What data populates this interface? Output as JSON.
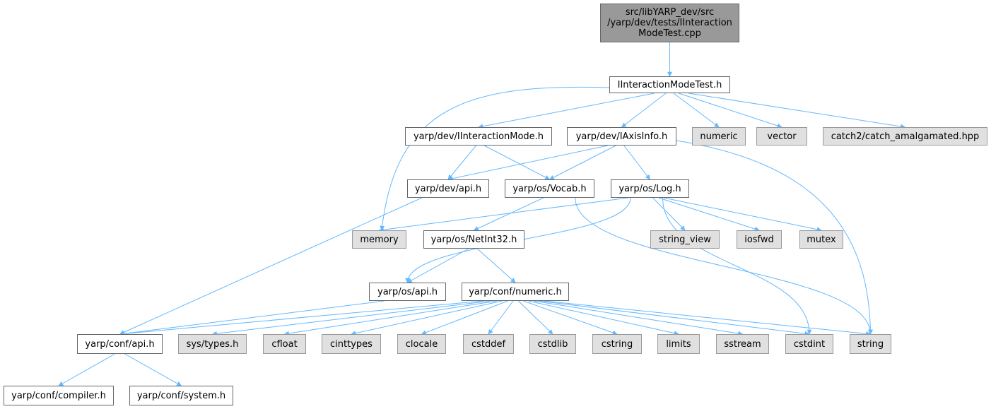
{
  "colors": {
    "edge": "#63b8ff",
    "root_fill": "#999999",
    "system_fill": "#e0e0e0",
    "normal_fill": "#ffffff"
  },
  "nodes": {
    "root": {
      "label_lines": [
        "src/libYARP_dev/src",
        "/yarp/dev/tests/IInteraction",
        "ModeTest.cpp"
      ],
      "kind": "root"
    },
    "iinteractionmodetest_h": {
      "label": "IInteractionModeTest.h",
      "kind": "normal"
    },
    "iinteractionmode_h": {
      "label": "yarp/dev/IInteractionMode.h",
      "kind": "normal"
    },
    "iaxisinfo_h": {
      "label": "yarp/dev/IAxisInfo.h",
      "kind": "normal"
    },
    "numeric": {
      "label": "numeric",
      "kind": "system"
    },
    "vector": {
      "label": "vector",
      "kind": "system"
    },
    "catch2": {
      "label": "catch2/catch_amalgamated.hpp",
      "kind": "system"
    },
    "dev_api_h": {
      "label": "yarp/dev/api.h",
      "kind": "normal"
    },
    "vocab_h": {
      "label": "yarp/os/Vocab.h",
      "kind": "normal"
    },
    "log_h": {
      "label": "yarp/os/Log.h",
      "kind": "normal"
    },
    "memory": {
      "label": "memory",
      "kind": "system"
    },
    "netint32_h": {
      "label": "yarp/os/NetInt32.h",
      "kind": "normal"
    },
    "string_view": {
      "label": "string_view",
      "kind": "system"
    },
    "iosfwd": {
      "label": "iosfwd",
      "kind": "system"
    },
    "mutex": {
      "label": "mutex",
      "kind": "system"
    },
    "os_api_h": {
      "label": "yarp/os/api.h",
      "kind": "normal"
    },
    "conf_numeric_h": {
      "label": "yarp/conf/numeric.h",
      "kind": "normal"
    },
    "conf_api_h": {
      "label": "yarp/conf/api.h",
      "kind": "normal"
    },
    "sys_types_h": {
      "label": "sys/types.h",
      "kind": "system"
    },
    "cfloat": {
      "label": "cfloat",
      "kind": "system"
    },
    "cinttypes": {
      "label": "cinttypes",
      "kind": "system"
    },
    "clocale": {
      "label": "clocale",
      "kind": "system"
    },
    "cstddef": {
      "label": "cstddef",
      "kind": "system"
    },
    "cstdlib": {
      "label": "cstdlib",
      "kind": "system"
    },
    "cstring": {
      "label": "cstring",
      "kind": "system"
    },
    "limits": {
      "label": "limits",
      "kind": "system"
    },
    "sstream": {
      "label": "sstream",
      "kind": "system"
    },
    "cstdint": {
      "label": "cstdint",
      "kind": "system"
    },
    "string": {
      "label": "string",
      "kind": "system"
    },
    "compiler_h": {
      "label": "yarp/conf/compiler.h",
      "kind": "normal"
    },
    "system_h": {
      "label": "yarp/conf/system.h",
      "kind": "normal"
    }
  },
  "edges": [
    [
      "root",
      "iinteractionmodetest_h"
    ],
    [
      "iinteractionmodetest_h",
      "iinteractionmode_h"
    ],
    [
      "iinteractionmodetest_h",
      "iaxisinfo_h"
    ],
    [
      "iinteractionmodetest_h",
      "numeric"
    ],
    [
      "iinteractionmodetest_h",
      "vector"
    ],
    [
      "iinteractionmodetest_h",
      "catch2"
    ],
    [
      "iinteractionmodetest_h",
      "memory"
    ],
    [
      "iinteractionmode_h",
      "dev_api_h"
    ],
    [
      "iinteractionmode_h",
      "vocab_h"
    ],
    [
      "iaxisinfo_h",
      "dev_api_h"
    ],
    [
      "iaxisinfo_h",
      "vocab_h"
    ],
    [
      "iaxisinfo_h",
      "log_h"
    ],
    [
      "iaxisinfo_h",
      "string"
    ],
    [
      "dev_api_h",
      "conf_api_h"
    ],
    [
      "vocab_h",
      "netint32_h"
    ],
    [
      "vocab_h",
      "string"
    ],
    [
      "log_h",
      "memory"
    ],
    [
      "log_h",
      "string_view"
    ],
    [
      "log_h",
      "iosfwd"
    ],
    [
      "log_h",
      "mutex"
    ],
    [
      "log_h",
      "os_api_h"
    ],
    [
      "log_h",
      "cstdint"
    ],
    [
      "netint32_h",
      "os_api_h"
    ],
    [
      "netint32_h",
      "conf_numeric_h"
    ],
    [
      "os_api_h",
      "conf_api_h"
    ],
    [
      "conf_numeric_h",
      "conf_api_h"
    ],
    [
      "conf_numeric_h",
      "sys_types_h"
    ],
    [
      "conf_numeric_h",
      "cfloat"
    ],
    [
      "conf_numeric_h",
      "cinttypes"
    ],
    [
      "conf_numeric_h",
      "clocale"
    ],
    [
      "conf_numeric_h",
      "cstddef"
    ],
    [
      "conf_numeric_h",
      "cstdlib"
    ],
    [
      "conf_numeric_h",
      "cstring"
    ],
    [
      "conf_numeric_h",
      "limits"
    ],
    [
      "conf_numeric_h",
      "sstream"
    ],
    [
      "conf_numeric_h",
      "cstdint"
    ],
    [
      "conf_numeric_h",
      "string"
    ],
    [
      "conf_api_h",
      "compiler_h"
    ],
    [
      "conf_api_h",
      "system_h"
    ]
  ]
}
